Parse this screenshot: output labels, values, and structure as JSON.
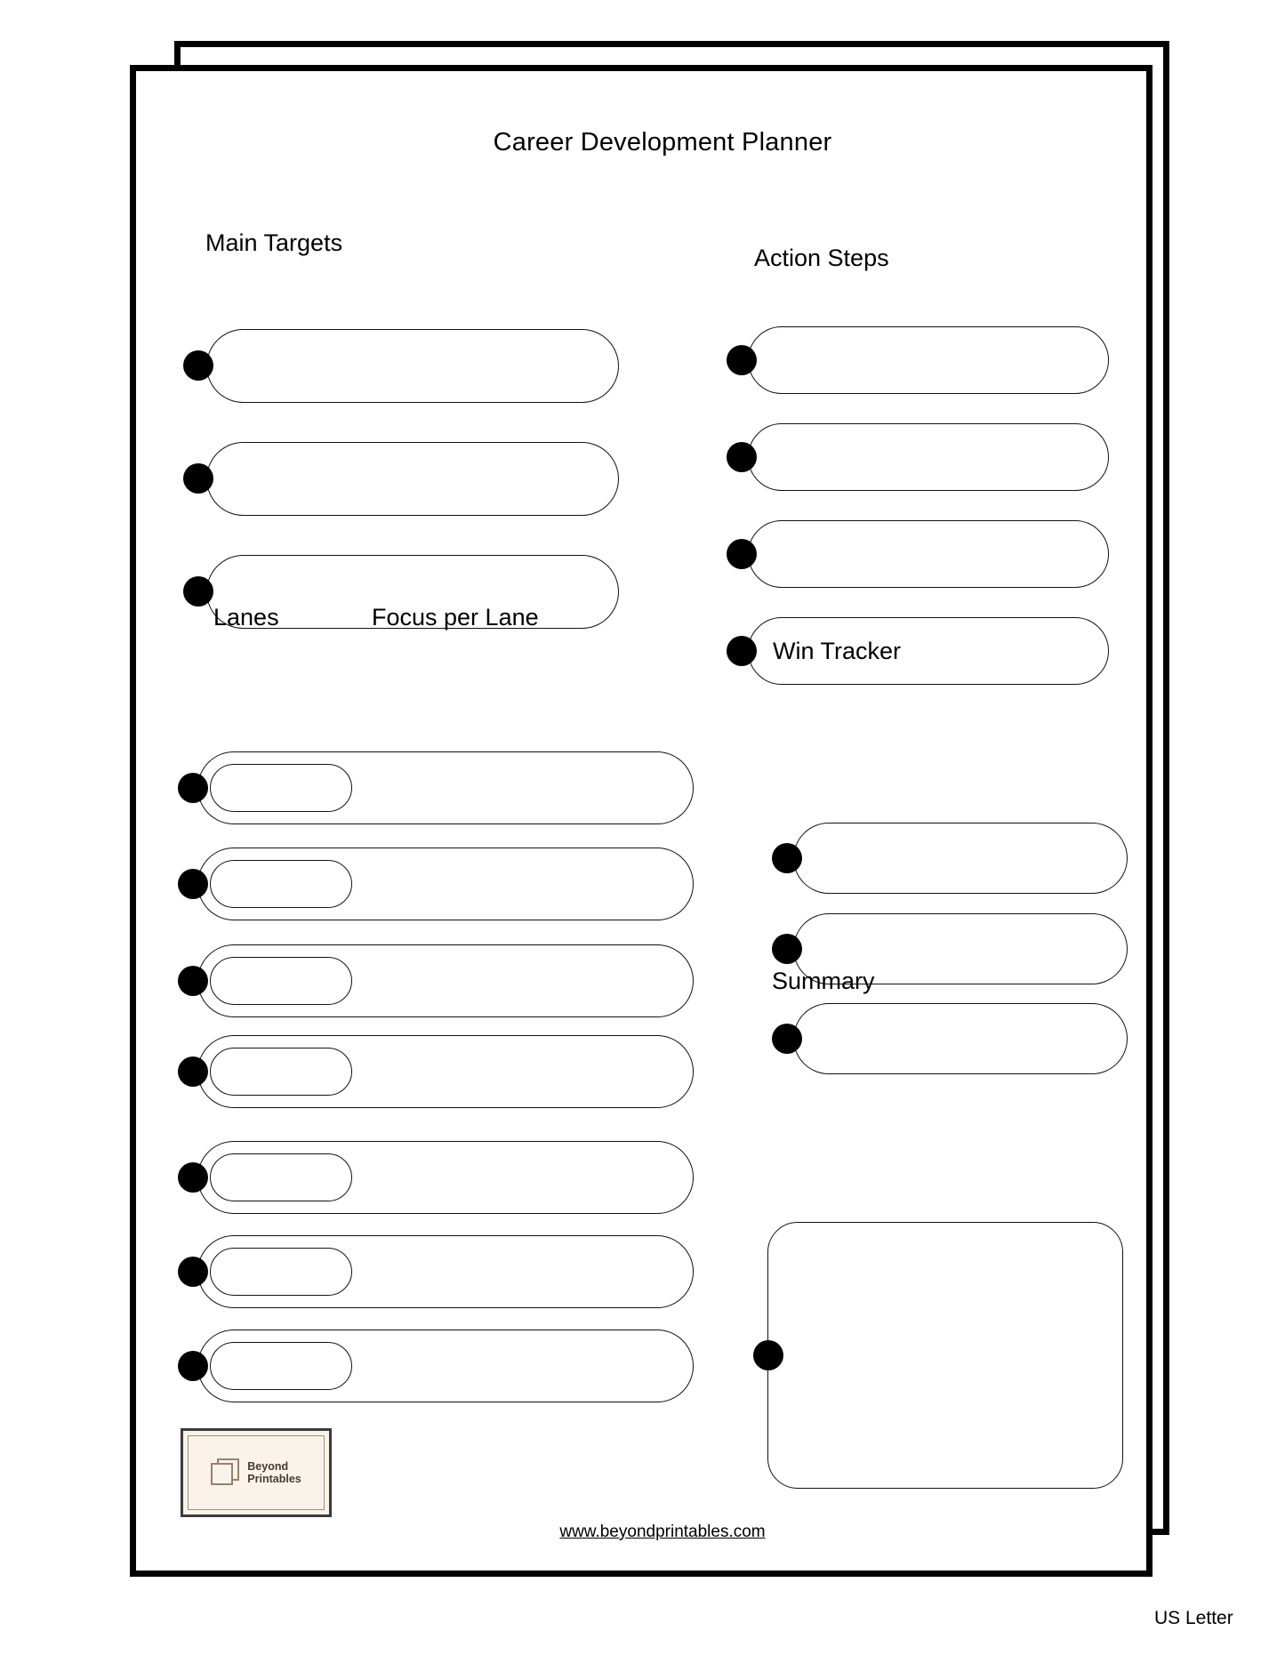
{
  "document": {
    "title": "Career Development Planner",
    "paper_size_label": "US Letter",
    "website": "www.beyondprintables.com",
    "ink_color": "#000000",
    "paper_color": "#ffffff",
    "brand": {
      "line1": "Beyond",
      "line2": "Printables",
      "card_background": "#faf3ec",
      "card_border": "#3b3b3b",
      "mark_color": "#9c7f67"
    }
  },
  "sections": {
    "main_targets": {
      "heading": "Main Targets",
      "field_count": 3,
      "fields": [
        {
          "value": "",
          "placeholder": ""
        },
        {
          "value": "",
          "placeholder": ""
        },
        {
          "value": "",
          "placeholder": ""
        }
      ]
    },
    "action_steps": {
      "heading": "Action Steps",
      "field_count": 4,
      "fields": [
        {
          "value": "",
          "placeholder": ""
        },
        {
          "value": "",
          "placeholder": ""
        },
        {
          "value": "",
          "placeholder": ""
        },
        {
          "value": "",
          "placeholder": ""
        }
      ]
    },
    "lanes": {
      "heading": "Lanes",
      "focus_heading": "Focus per Lane",
      "row_count": 7,
      "rows": [
        {
          "lane": "",
          "focus": ""
        },
        {
          "lane": "",
          "focus": ""
        },
        {
          "lane": "",
          "focus": ""
        },
        {
          "lane": "",
          "focus": ""
        },
        {
          "lane": "",
          "focus": ""
        },
        {
          "lane": "",
          "focus": ""
        },
        {
          "lane": "",
          "focus": ""
        }
      ]
    },
    "win_tracker": {
      "heading": "Win Tracker",
      "field_count": 3,
      "fields": [
        {
          "value": "",
          "placeholder": ""
        },
        {
          "value": "",
          "placeholder": ""
        },
        {
          "value": "",
          "placeholder": ""
        }
      ]
    },
    "summary": {
      "heading": "Summary",
      "value": "",
      "placeholder": ""
    }
  }
}
